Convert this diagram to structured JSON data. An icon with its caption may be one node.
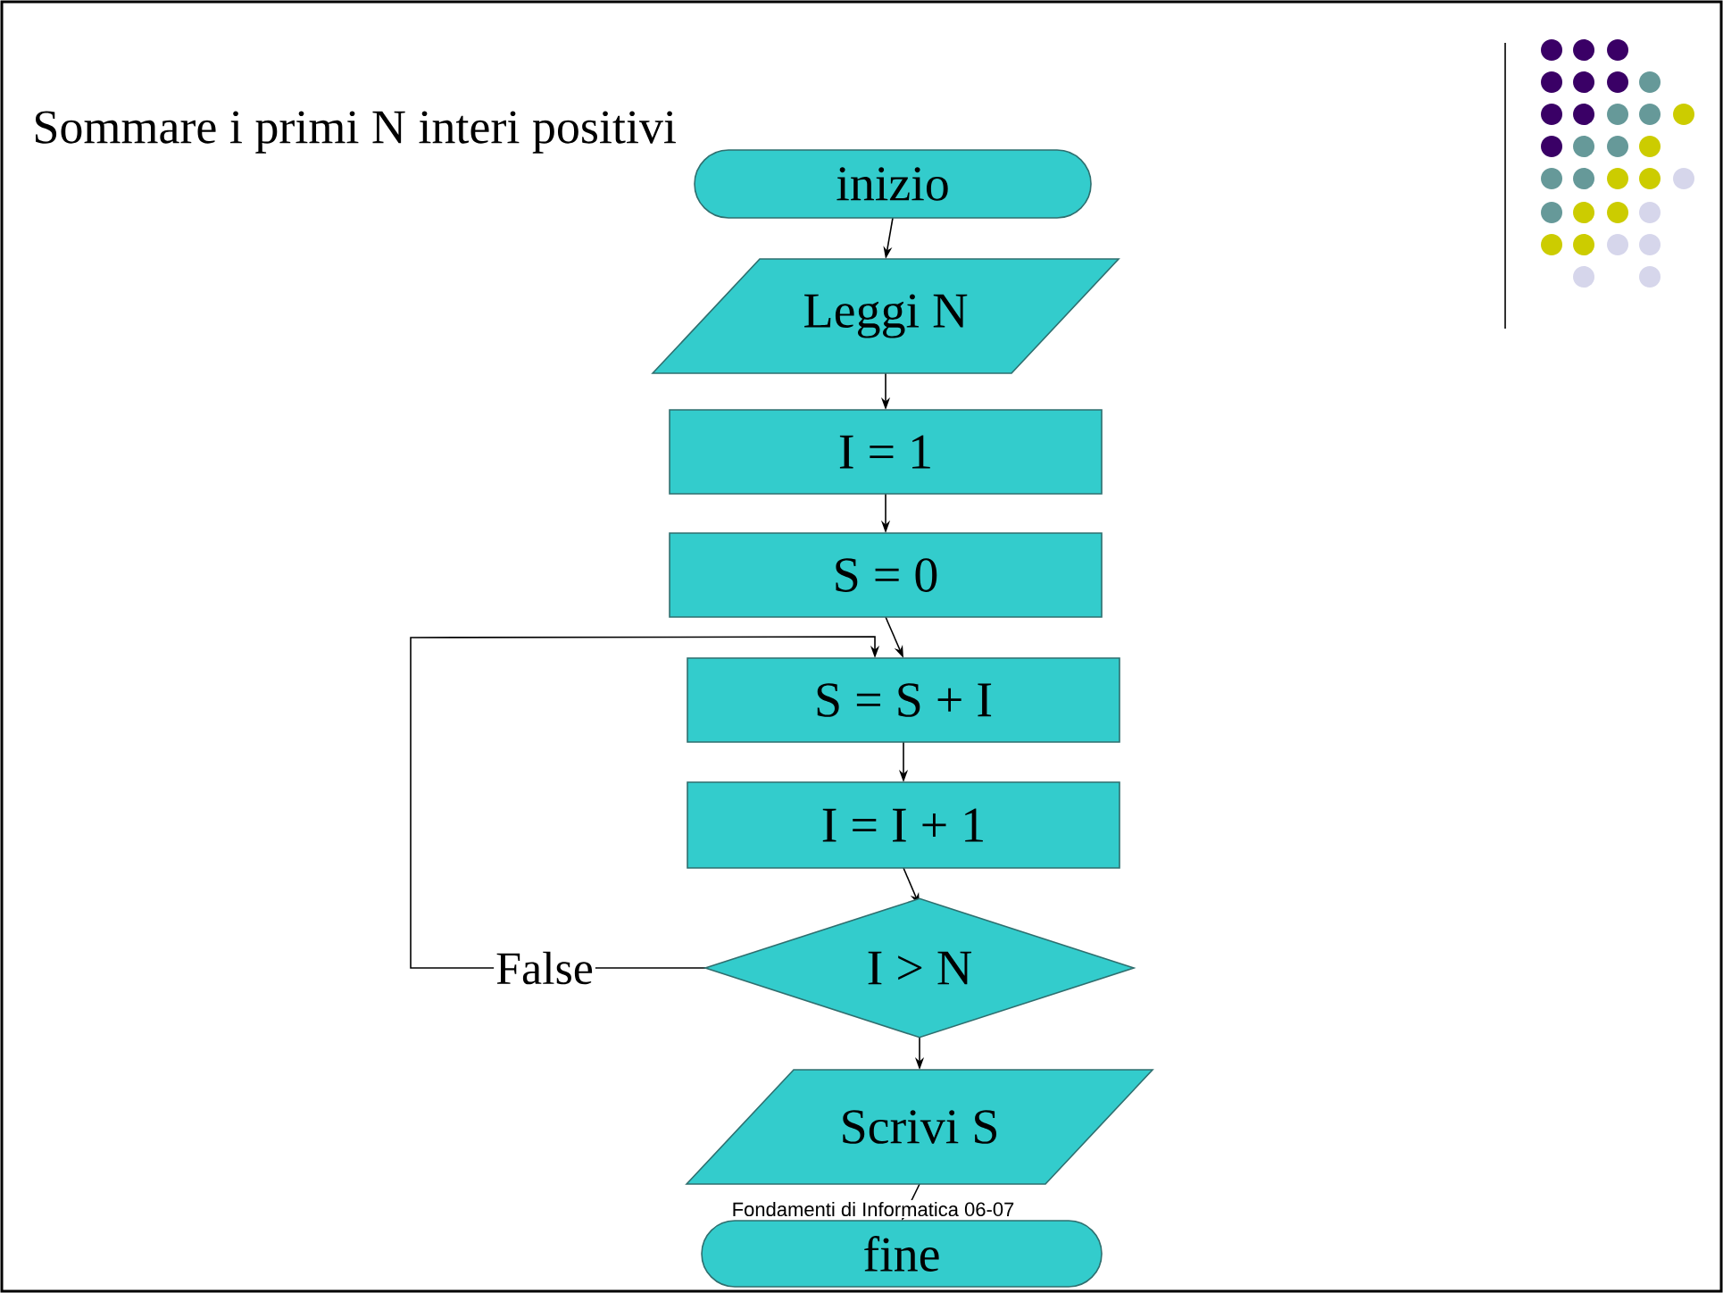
{
  "diagram": {
    "title": "Sommare i primi N interi positivi",
    "nodes": [
      {
        "text": [
          "inizio"
        ]
      },
      {
        "text": [
          "Leggi N"
        ]
      },
      {
        "text": [
          "I = 1"
        ]
      },
      {
        "text": [
          "S = 0"
        ]
      },
      {
        "text": [
          "S = S + I"
        ]
      },
      {
        "text": [
          "I = I + 1"
        ]
      },
      {
        "text": [
          "I > N"
        ]
      },
      {
        "text": [
          "Scrivi S"
        ]
      },
      {
        "text": [
          "fine"
        ]
      }
    ],
    "edges": [
      {
        "from": 0,
        "to": 1,
        "arrow": "to"
      },
      {
        "from": 1,
        "to": 2,
        "arrow": "to"
      },
      {
        "from": 2,
        "to": 3,
        "arrow": "to"
      },
      {
        "from": 3,
        "to": 4,
        "arrow": "to"
      },
      {
        "from": 4,
        "to": 5,
        "arrow": "to"
      },
      {
        "from": 5,
        "to": 6,
        "arrow": "to"
      },
      {
        "from": 6,
        "to": 4,
        "arrow": "to",
        "label": "False"
      },
      {
        "from": 6,
        "to": 7,
        "arrow": "to"
      },
      {
        "from": 7,
        "to": 8,
        "arrow": "to"
      }
    ],
    "labels": [
      "Fondamenti di Informatica 06-07"
    ]
  }
}
